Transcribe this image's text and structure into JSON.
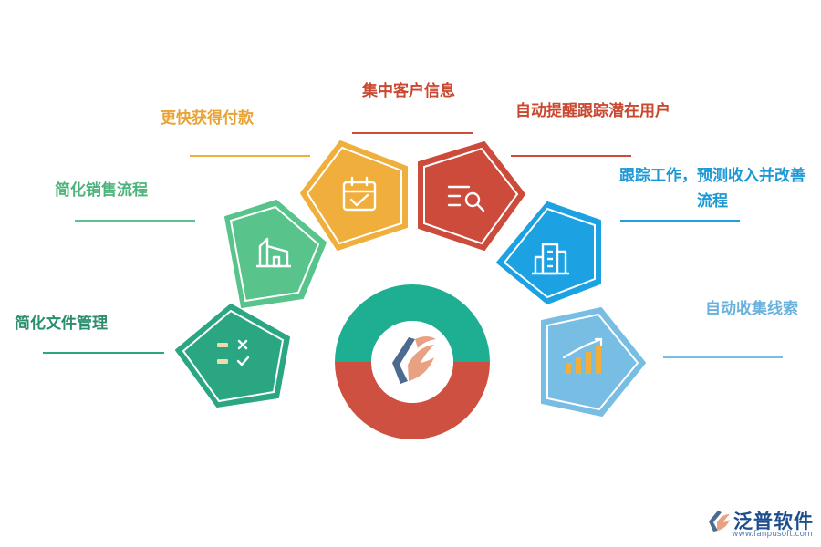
{
  "colors": {
    "dark_green": "#2aa683",
    "mid_green": "#58c48b",
    "orange": "#f0ae3c",
    "red": "#cc4b3b",
    "blue": "#1ca1e3",
    "light_blue": "#78bde4",
    "ring_top": "#1eaf92",
    "ring_bottom": "#cd5040",
    "white": "#ffffff"
  },
  "labels": {
    "file_mgmt": "简化文件管理",
    "sales_flow": "简化销售流程",
    "fast_payment": "更快获得付款",
    "customer_info": "集中客户信息",
    "auto_remind": "自动提醒跟踪潜在用户",
    "track_work": "跟踪工作，预测收入并改善流程",
    "auto_collect": "自动收集线索"
  },
  "icons": {
    "file_mgmt": "checklist-icon",
    "sales_flow": "building-icon",
    "fast_payment": "calendar-check-icon",
    "customer_info": "search-list-icon",
    "track_work": "office-building-icon",
    "auto_collect": "bar-chart-growth-icon",
    "center": "company-logo-icon"
  },
  "watermark": {
    "brand": "泛普软件",
    "url": "www.fanpusoft.com"
  }
}
